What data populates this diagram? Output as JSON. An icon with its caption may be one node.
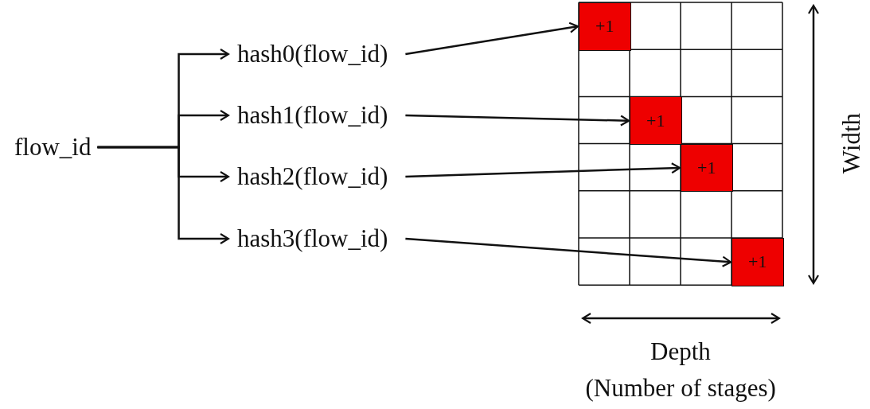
{
  "diagram": {
    "nodes": [
      {
        "text": [
          "flow_id"
        ]
      },
      {
        "text": [
          "hash0(flow_id)"
        ]
      },
      {
        "text": [
          "hash1(flow_id)"
        ]
      },
      {
        "text": [
          "hash2(flow_id)"
        ]
      },
      {
        "text": [
          "hash3(flow_id)"
        ]
      },
      {
        "text": [
          "+1"
        ]
      },
      {
        "text": [
          "+1"
        ]
      },
      {
        "text": [
          "+1"
        ]
      },
      {
        "text": [
          "+1"
        ]
      }
    ],
    "edges": [
      {
        "from": 0,
        "to": 1,
        "arrow": "to"
      },
      {
        "from": 0,
        "to": 2,
        "arrow": "to"
      },
      {
        "from": 0,
        "to": 3,
        "arrow": "to"
      },
      {
        "from": 0,
        "to": 4,
        "arrow": "to"
      },
      {
        "from": 1,
        "to": 5,
        "arrow": "to"
      },
      {
        "from": 2,
        "to": 6,
        "arrow": "to"
      },
      {
        "from": 3,
        "to": 7,
        "arrow": "to"
      },
      {
        "from": 4,
        "to": 8,
        "arrow": "to"
      }
    ],
    "labels": [
      "Width",
      "Depth",
      "(Number of stages)"
    ]
  }
}
